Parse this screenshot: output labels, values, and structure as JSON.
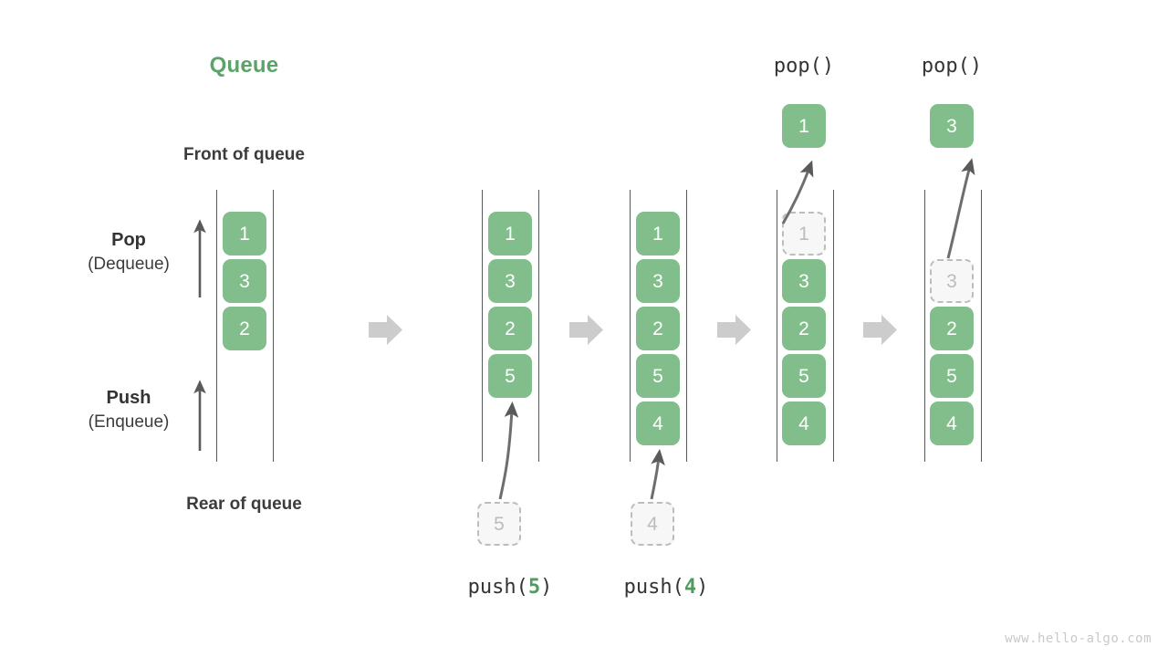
{
  "diagram": {
    "title": "Queue",
    "title_color": "#5aa469",
    "box_color": "#81be8b",
    "ghost_color": "#bdbdbd",
    "arrow_color": "#5a5a5a",
    "step_arrow_color": "#cccccc",
    "watermark": "www.hello-algo.com"
  },
  "labels": {
    "front_of_queue": "Front of queue",
    "rear_of_queue": "Rear of queue",
    "pop_title": "Pop",
    "pop_sub": "(Dequeue)",
    "push_title": "Push",
    "push_sub": "(Enqueue)"
  },
  "columns": [
    {
      "name": "initial-queue",
      "cells": [
        "1",
        "3",
        "2"
      ],
      "ghost_index": -1,
      "op_head": "",
      "op_caption": "",
      "popped_value": "",
      "pending_value": ""
    },
    {
      "name": "after-push-5",
      "cells": [
        "1",
        "3",
        "2",
        "5"
      ],
      "ghost_index": -1,
      "op_head": "",
      "op_caption_prefix": "push(",
      "op_caption_arg": "5",
      "op_caption_suffix": ")",
      "pending_value": "5"
    },
    {
      "name": "after-push-4",
      "cells": [
        "1",
        "3",
        "2",
        "5",
        "4"
      ],
      "ghost_index": -1,
      "op_head": "",
      "op_caption_prefix": "push(",
      "op_caption_arg": "4",
      "op_caption_suffix": ")",
      "pending_value": "4"
    },
    {
      "name": "first-pop",
      "cells": [
        "1",
        "3",
        "2",
        "5",
        "4"
      ],
      "ghost_index": 0,
      "op_head": "pop()",
      "popped_value": "1"
    },
    {
      "name": "second-pop",
      "cells": [
        "3",
        "2",
        "5",
        "4"
      ],
      "ghost_index": 0,
      "op_head": "pop()",
      "popped_value": "3"
    }
  ]
}
